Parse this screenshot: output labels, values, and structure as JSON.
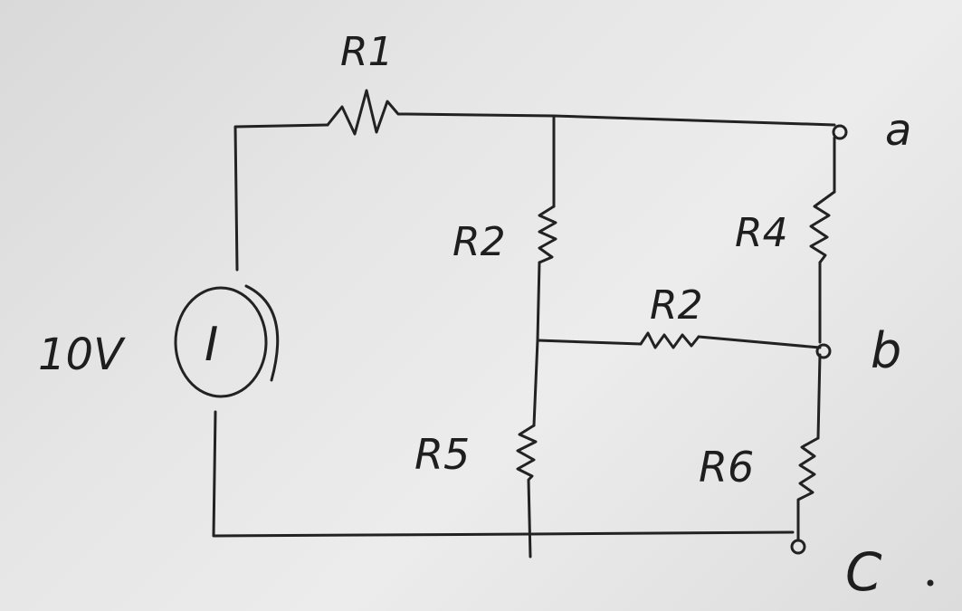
{
  "source": {
    "label": "10V",
    "symbol": "I"
  },
  "resistors": {
    "r1": "R1",
    "r2_top": "R2",
    "r2_mid": "R2",
    "r4": "R4",
    "r5": "R5",
    "r6": "R6"
  },
  "terminals": {
    "a": "a",
    "b": "b",
    "c": "C"
  },
  "stroke_color": "#222222",
  "paper_color": "#e3e3e3"
}
